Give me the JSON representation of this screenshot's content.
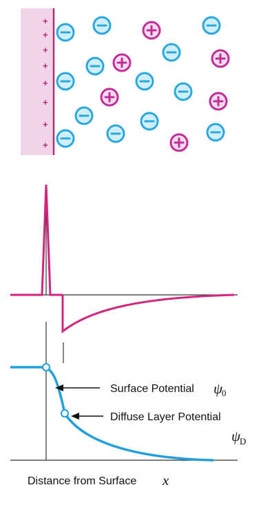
{
  "ions": {
    "surface_sign": "+",
    "negative_sign": "−",
    "positive_sign": "+"
  },
  "labels": {
    "surface_potential_text": "Surface Potential",
    "surface_potential_symbol": "ψ",
    "surface_potential_subscript": "0",
    "diffuse_potential_text": "Diffuse Layer Potential",
    "diffuse_potential_symbol": "ψ",
    "diffuse_potential_subscript": "D",
    "x_axis_text": "Distance from Surface",
    "x_axis_symbol": "x"
  },
  "colors": {
    "surface_fill": "#f3d3ea",
    "surface_line": "#b0307e",
    "charge_curve": "#d4257c",
    "potential_curve": "#1fa0dc",
    "negative_ion": "#29a8dc",
    "positive_ion": "#c12c96"
  }
}
